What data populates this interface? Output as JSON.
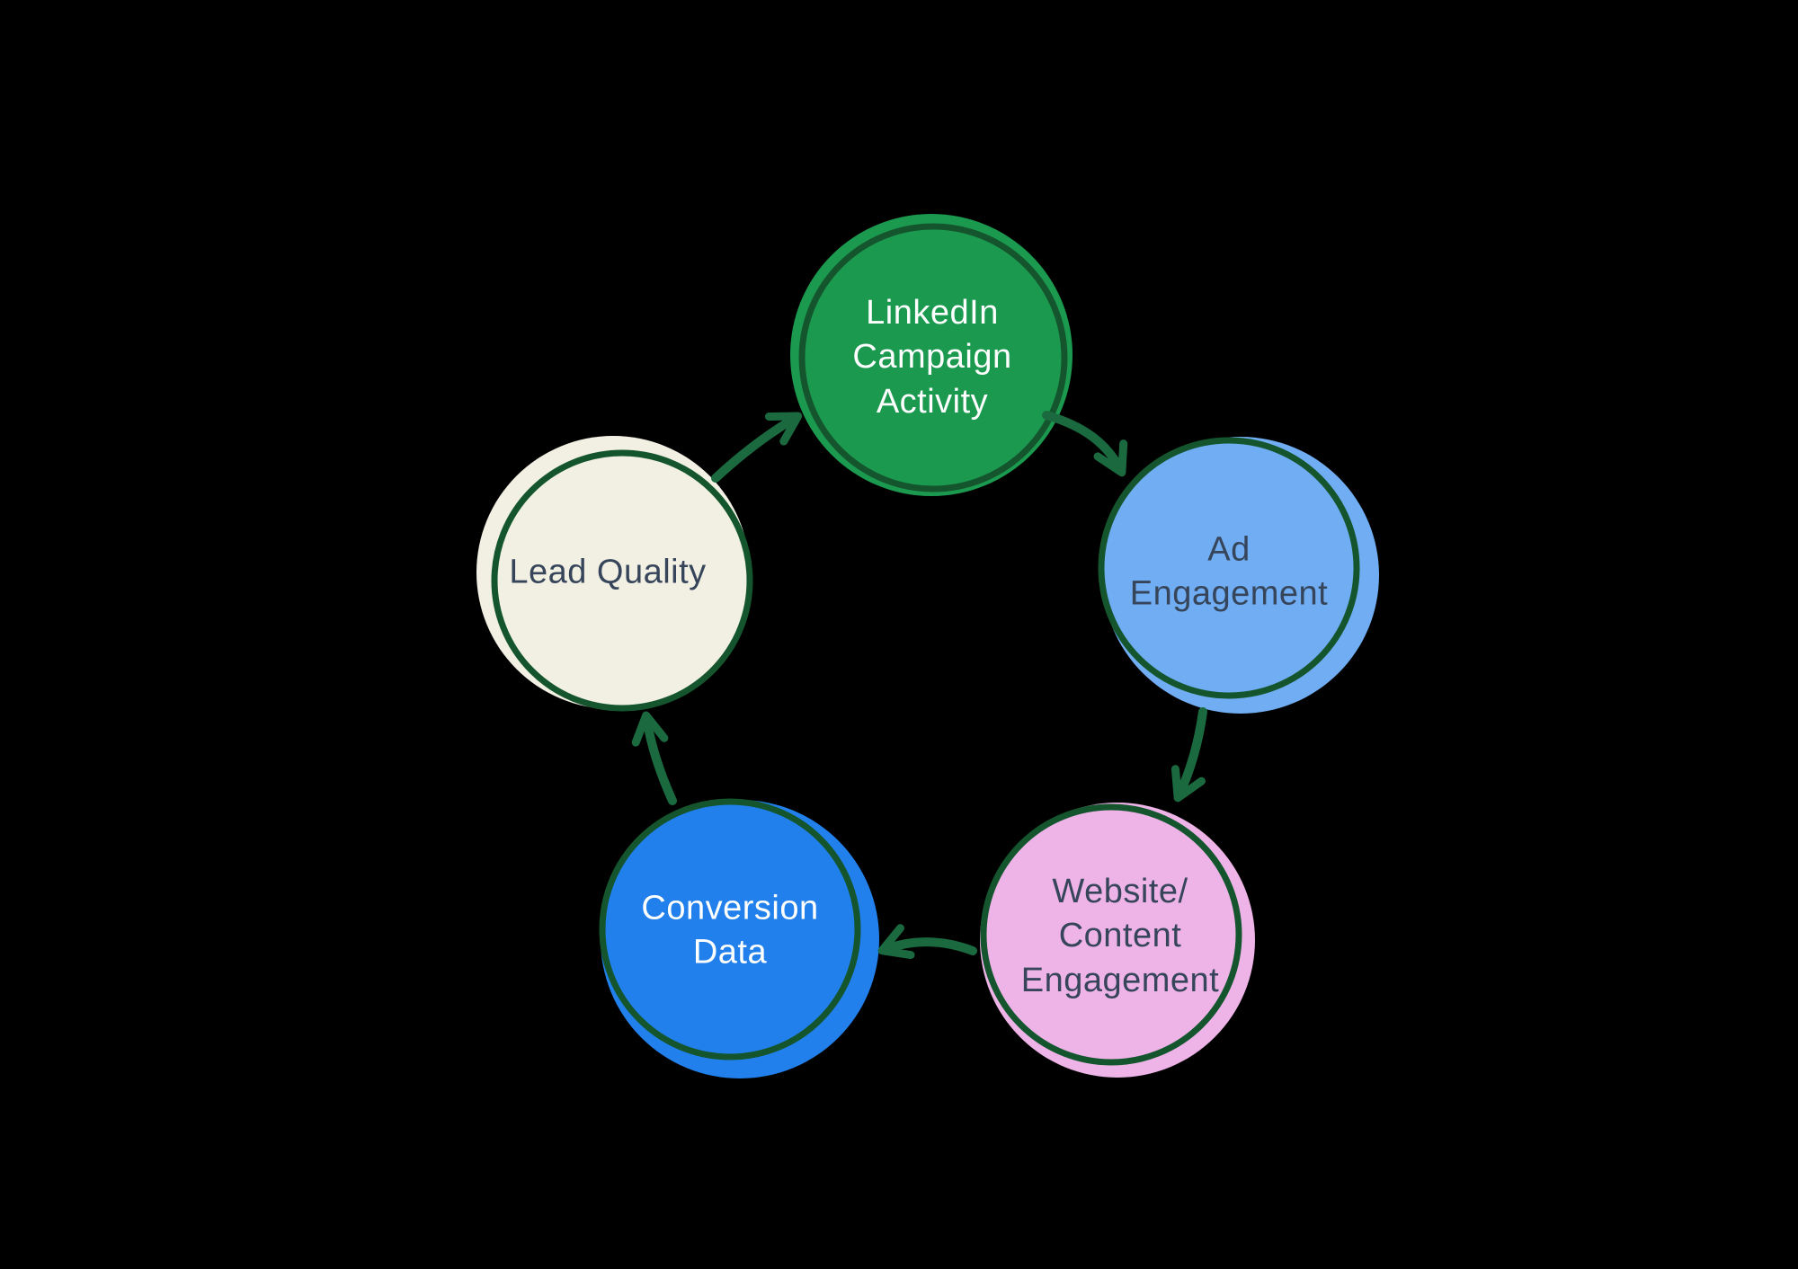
{
  "diagram": {
    "background_color": "#000000",
    "ring_color": "#14552e",
    "arrow_color": "#1b6a3f",
    "nodes": [
      {
        "id": "linkedin-campaign-activity",
        "label": "LinkedIn\nCampaign\nActivity",
        "fill": "#1b9a4f",
        "text_color": "#ffffff"
      },
      {
        "id": "ad-engagement",
        "label": "Ad\nEngagement",
        "fill": "#70adf2",
        "text_color": "#36455a"
      },
      {
        "id": "website-content-engagement",
        "label": "Website/\nContent\nEngagement",
        "fill": "#eeb4e7",
        "text_color": "#36455a"
      },
      {
        "id": "conversion-data",
        "label": "Conversion\nData",
        "fill": "#2180eb",
        "text_color": "#ffffff"
      },
      {
        "id": "lead-quality",
        "label": "Lead Quality",
        "fill": "#f2efe3",
        "text_color": "#36455a"
      }
    ],
    "edges": [
      {
        "from": "lead-quality",
        "to": "linkedin-campaign-activity"
      },
      {
        "from": "linkedin-campaign-activity",
        "to": "ad-engagement"
      },
      {
        "from": "ad-engagement",
        "to": "website-content-engagement"
      },
      {
        "from": "website-content-engagement",
        "to": "conversion-data"
      },
      {
        "from": "conversion-data",
        "to": "lead-quality"
      }
    ]
  }
}
